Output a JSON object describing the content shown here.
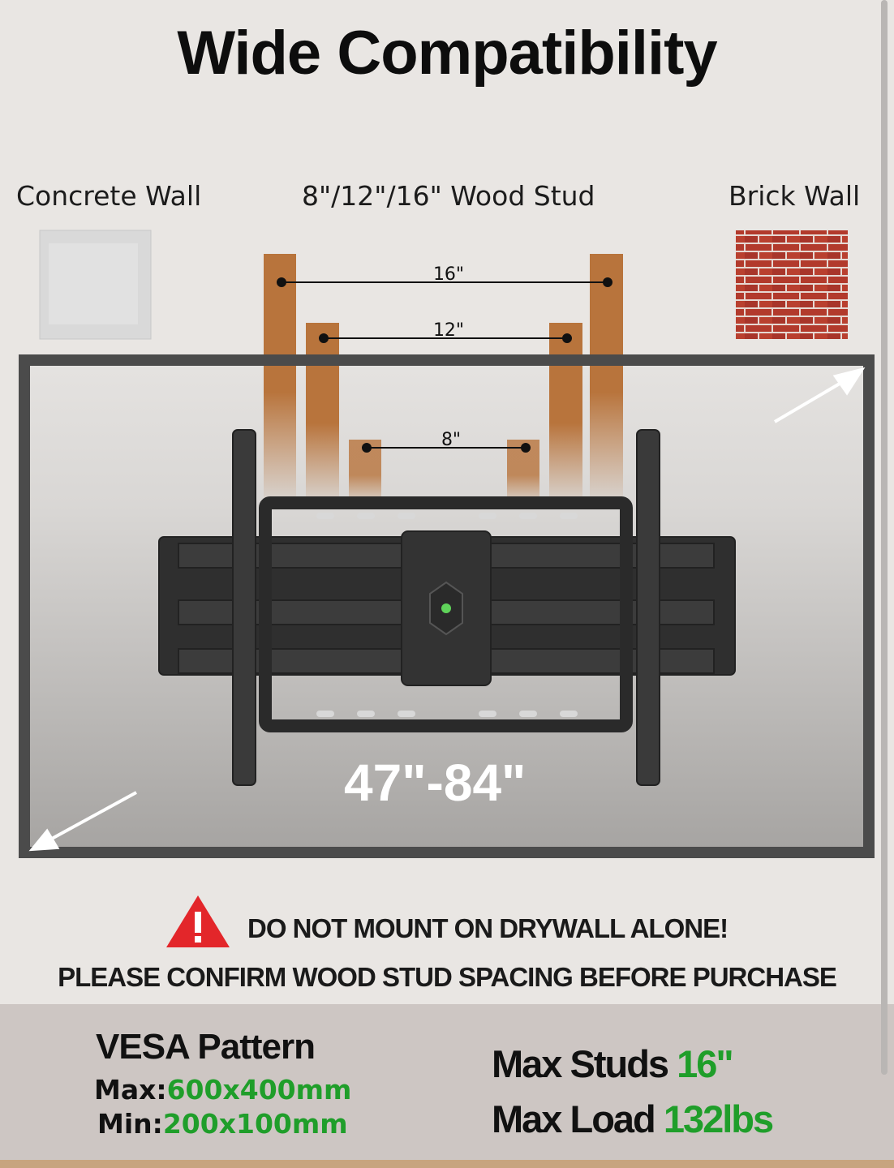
{
  "title": "Wide Compatibility",
  "wall_types": {
    "concrete": "Concrete Wall",
    "wood_stud": "8\"/12\"/16\" Wood Stud",
    "brick": "Brick Wall"
  },
  "stud_spacings": [
    "16\"",
    "12\"",
    "8\""
  ],
  "tv_size": "47\"-84\"",
  "warning": {
    "icon": "warning-triangle-icon",
    "line1": "DO NOT MOUNT ON DRYWALL ALONE!",
    "line2": "PLEASE CONFIRM WOOD STUD SPACING BEFORE PURCHASE"
  },
  "specs": {
    "vesa_heading": "VESA Pattern",
    "vesa_max_label": "Max:",
    "vesa_max_value": "600x400mm",
    "vesa_min_label": "Min:",
    "vesa_min_value": "200x100mm",
    "max_studs_label": "Max Studs",
    "max_studs_value": "16\"",
    "max_load_label": "Max Load",
    "max_load_value": "132lbs"
  },
  "colors": {
    "accent_green": "#1f9e2a",
    "warning_red": "#e3262a",
    "wood": "#b8743c",
    "brick": "#b23a2c"
  }
}
